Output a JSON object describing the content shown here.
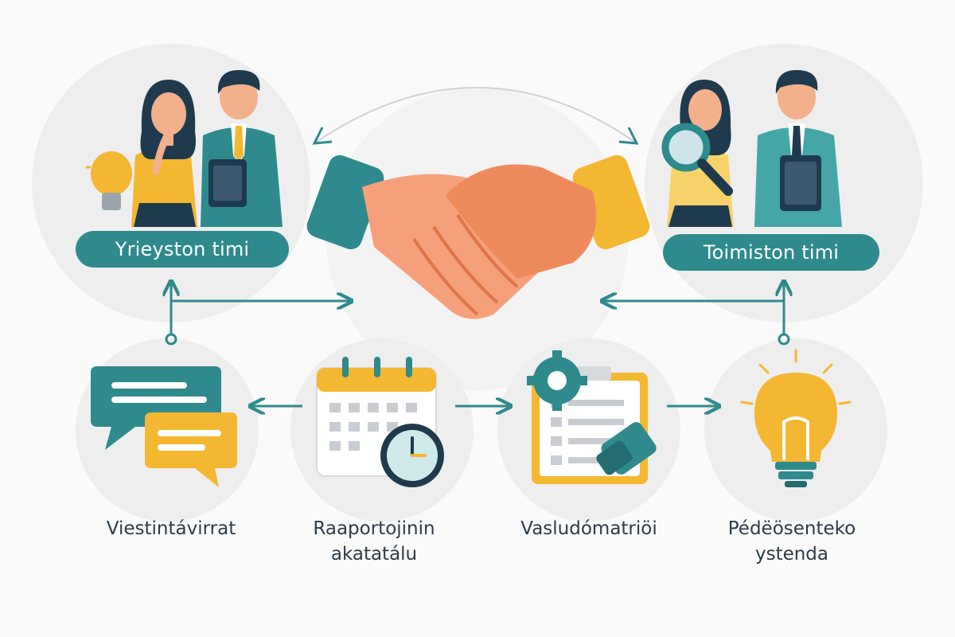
{
  "teams": {
    "left": {
      "label": "Yrieyston timi"
    },
    "right": {
      "label": "Toimiston timi"
    }
  },
  "steps": [
    {
      "icon": "chat-bubbles-icon",
      "lines": [
        "Viestintávirrat"
      ]
    },
    {
      "icon": "calendar-clock-icon",
      "lines": [
        "Raaportojinin",
        "akatatálu"
      ]
    },
    {
      "icon": "checklist-gear-icon",
      "lines": [
        "Vasludómatriöi"
      ]
    },
    {
      "icon": "lightbulb-icon",
      "lines": [
        "Pédëösenteko",
        "ystenda"
      ]
    }
  ],
  "colors": {
    "accent_teal": "#2e8a8d",
    "accent_yellow": "#f4b731",
    "skin_orange": "#ef8a5c",
    "text_dark": "#2f3b47",
    "background": "#fafafa"
  }
}
